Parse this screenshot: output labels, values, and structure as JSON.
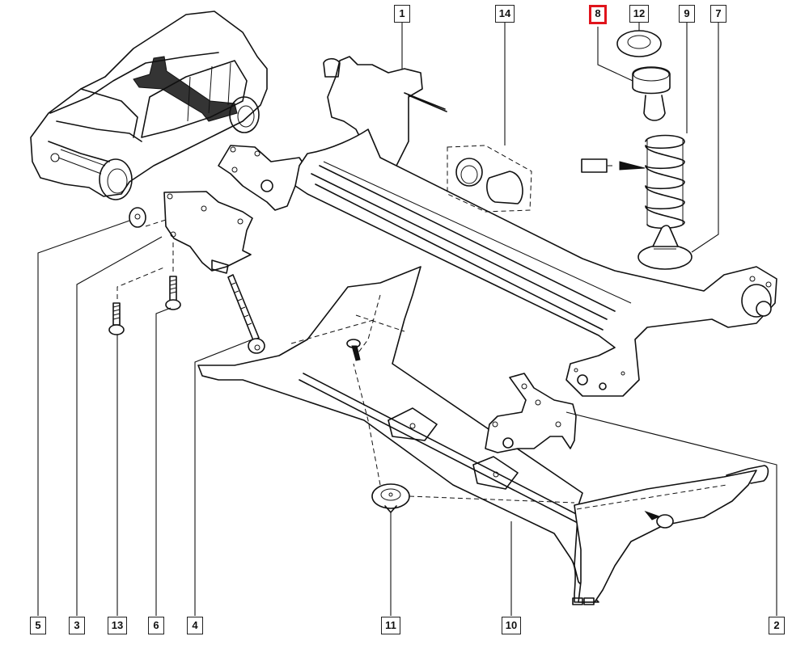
{
  "diagram": {
    "subject": "Rear axle assembly exploded parts diagram",
    "highlight_color": "#e0141c",
    "line_color": "#111111",
    "background": "#ffffff"
  },
  "callouts": {
    "c1": "1",
    "c14": "14",
    "c8": "8",
    "c12": "12",
    "c9": "9",
    "c7": "7",
    "c5": "5",
    "c3": "3",
    "c13": "13",
    "c6": "6",
    "c4": "4",
    "c11": "11",
    "c10": "10",
    "c2": "2"
  },
  "highlighted_callout": "8",
  "parts": [
    {
      "ref": "1",
      "name": "rear-axle-beam"
    },
    {
      "ref": "2",
      "name": "underbody-reinforcement-right"
    },
    {
      "ref": "3",
      "name": "mounting-bracket"
    },
    {
      "ref": "4",
      "name": "long-bolt"
    },
    {
      "ref": "5",
      "name": "bush-washer"
    },
    {
      "ref": "6",
      "name": "bolt"
    },
    {
      "ref": "7",
      "name": "spring-lower-seat"
    },
    {
      "ref": "8",
      "name": "bump-stop"
    },
    {
      "ref": "9",
      "name": "coil-spring"
    },
    {
      "ref": "10",
      "name": "underbody-crossmember"
    },
    {
      "ref": "11",
      "name": "plug"
    },
    {
      "ref": "12",
      "name": "spring-upper-cup"
    },
    {
      "ref": "13",
      "name": "bolt"
    },
    {
      "ref": "14",
      "name": "axle-bushings"
    }
  ]
}
